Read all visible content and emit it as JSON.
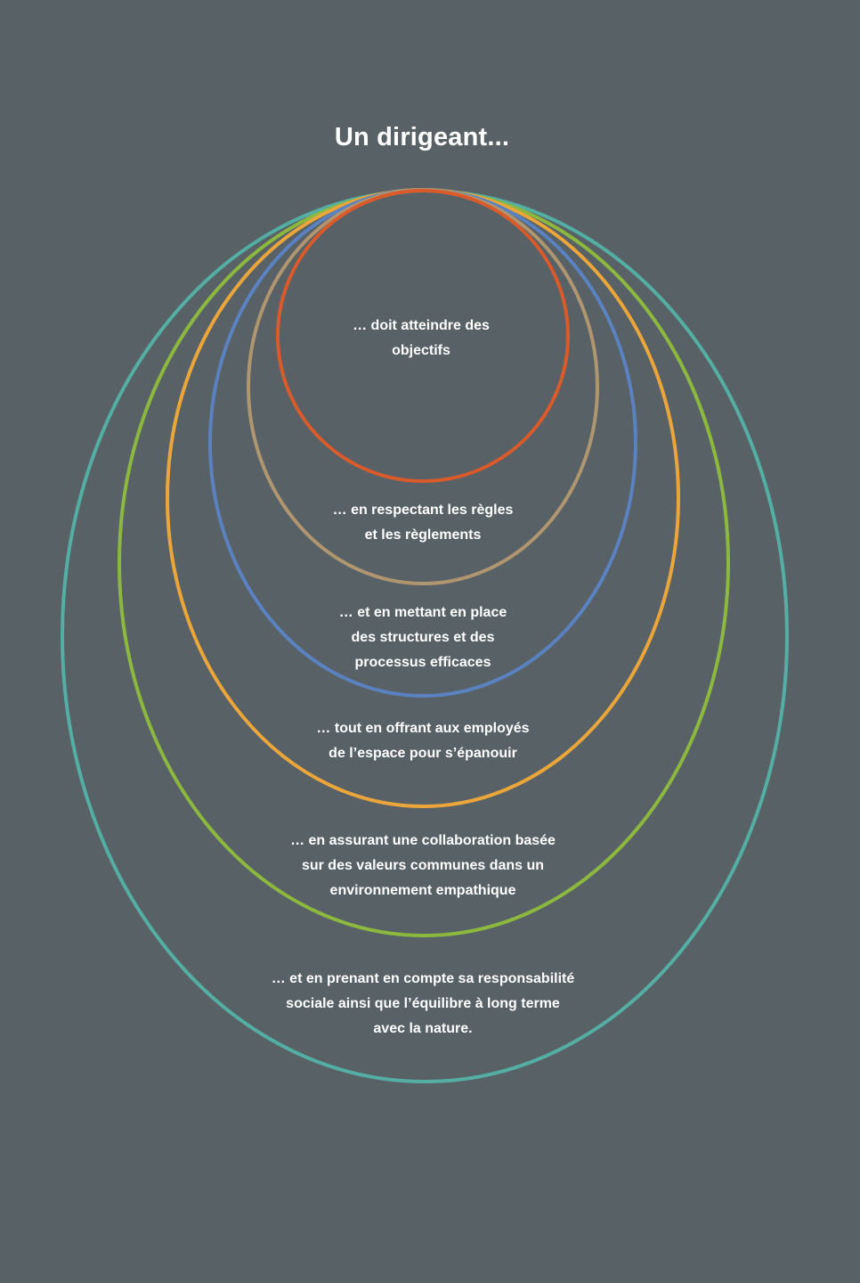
{
  "title": "Un dirigeant...",
  "rings": [
    {
      "id": "objectives",
      "color": "#d95a2b",
      "lines": [
        "… doit atteindre des",
        "objectifs"
      ]
    },
    {
      "id": "rules",
      "color": "#b09670",
      "lines": [
        "… en respectant les règles",
        "et les règlements"
      ]
    },
    {
      "id": "structures",
      "color": "#5b82c0",
      "lines": [
        "… et en mettant en place",
        "des structures et des",
        "processus efficaces"
      ]
    },
    {
      "id": "employees",
      "color": "#eaa63a",
      "lines": [
        "… tout en offrant aux employés",
        "de l’espace pour s’épanouir"
      ]
    },
    {
      "id": "collaboration",
      "color": "#8cb83f",
      "lines": [
        "… en assurant une collaboration basée",
        "sur des valeurs communes dans un",
        "environnement empathique"
      ]
    },
    {
      "id": "nature",
      "color": "#55aea3",
      "lines": [
        "… et en prenant en compte sa responsabilité",
        "sociale ainsi que l’équilibre à long terme",
        "avec la nature."
      ]
    }
  ]
}
